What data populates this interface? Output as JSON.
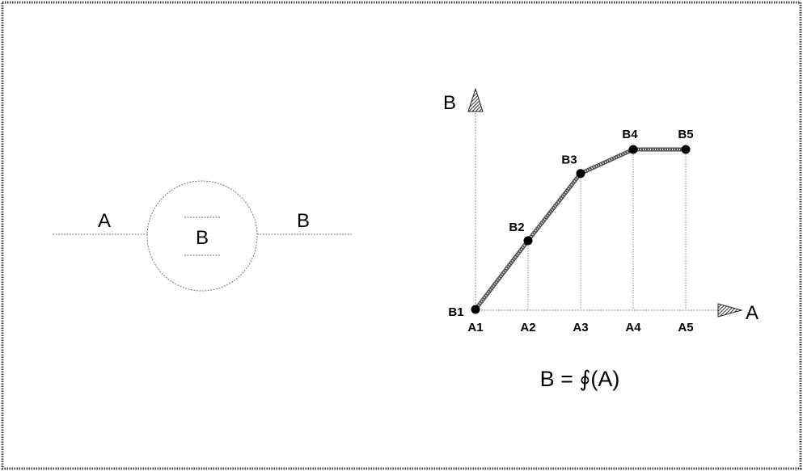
{
  "block_diagram": {
    "input_label": "A",
    "block_label": "B",
    "output_label": "B"
  },
  "graph": {
    "y_axis_label": "B",
    "x_axis_label": "A",
    "equation": "B = ∮(A)"
  },
  "chart_data": {
    "type": "line",
    "x": [
      "A1",
      "A2",
      "A3",
      "A4",
      "A5"
    ],
    "series": [
      {
        "points": [
          "B1",
          "B2",
          "B3",
          "B4",
          "B5"
        ],
        "values": [
          0,
          0.43,
          0.85,
          1.0,
          1.0
        ]
      }
    ]
  },
  "colors": {
    "ink": "#000000",
    "frame": "#555555",
    "guide": "#888888",
    "curve": "#666666"
  }
}
